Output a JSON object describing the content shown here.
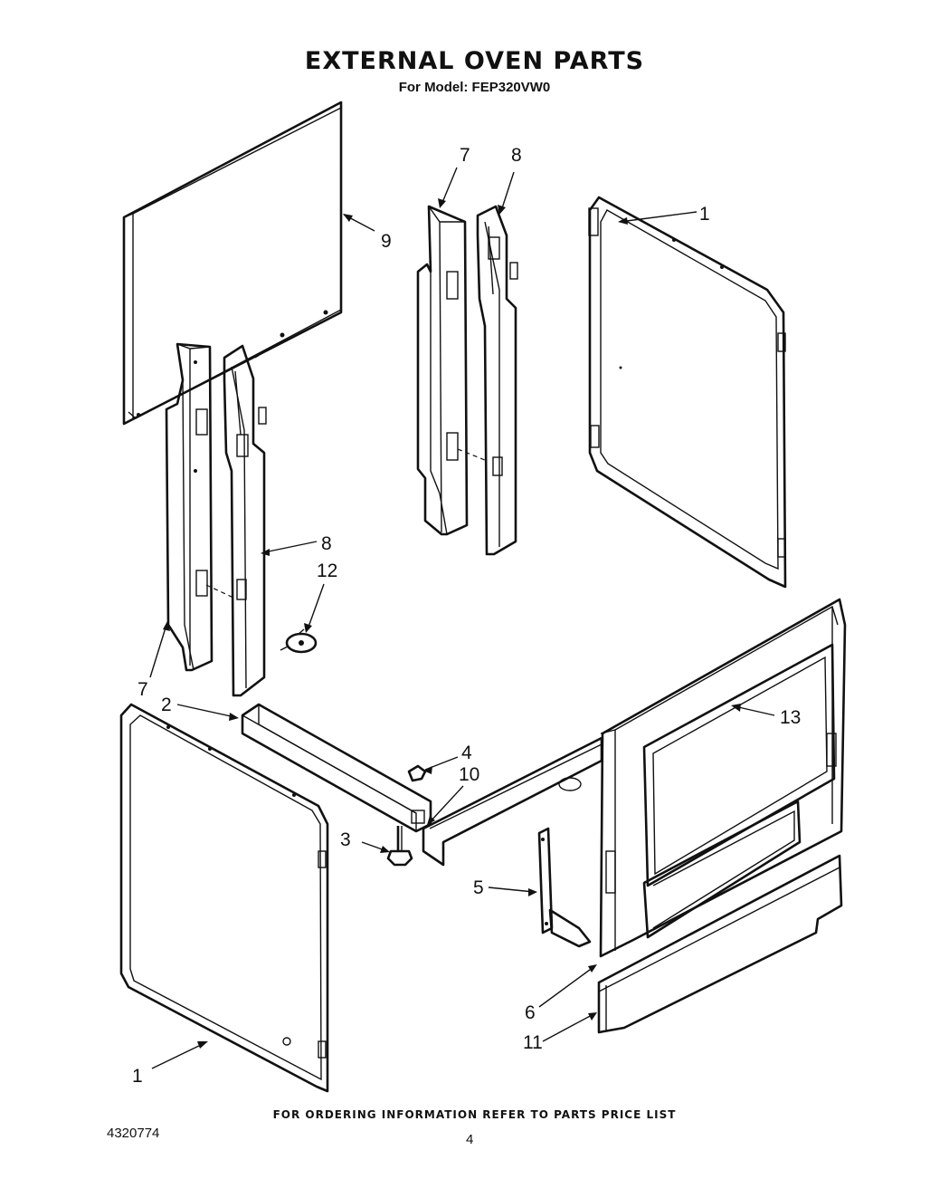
{
  "header": {
    "title": "EXTERNAL OVEN PARTS",
    "subtitle": "For Model: FEP320VW0"
  },
  "footer": {
    "ordering_note": "FOR ORDERING INFORMATION REFER TO PARTS PRICE LIST",
    "document_number": "4320774",
    "page_number": "4"
  },
  "callouts": {
    "side_panel_right_top": "1",
    "front_frame_left": "7",
    "rear_frame_left": "8",
    "rear_panel": "9",
    "front_frame_right": "7",
    "rear_frame_right": "8",
    "rear_frame_lower": "8",
    "switch": "12",
    "front_frame_lower": "7",
    "front_bracket": "2",
    "clip": "4",
    "bottom_channel": "10",
    "leveling_leg": "3",
    "hinge": "5",
    "front_frame": "6",
    "kick_panel": "11",
    "inner_door": "13",
    "side_panel_left_bottom": "1"
  }
}
